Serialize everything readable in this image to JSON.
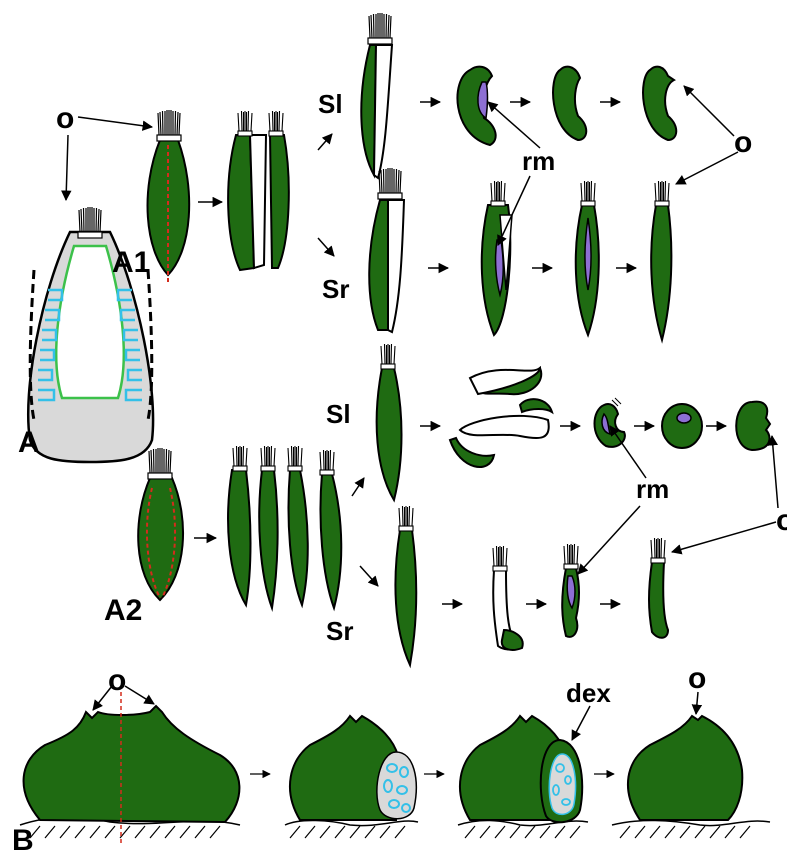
{
  "labels": {
    "o": "o",
    "A": "A",
    "A1": "A1",
    "A2": "A2",
    "B": "B",
    "Sl": "Sl",
    "Sr": "Sr",
    "rm": "rm",
    "dex": "dex"
  },
  "colors": {
    "tissue": "#1f6b12",
    "outline": "#000000",
    "cut_line": "#d42c1c",
    "remnant": "#8d6fd3",
    "cell_outline": "#33c0e8",
    "lumen": "#d9d9d9",
    "green_line": "#3cc14a"
  }
}
